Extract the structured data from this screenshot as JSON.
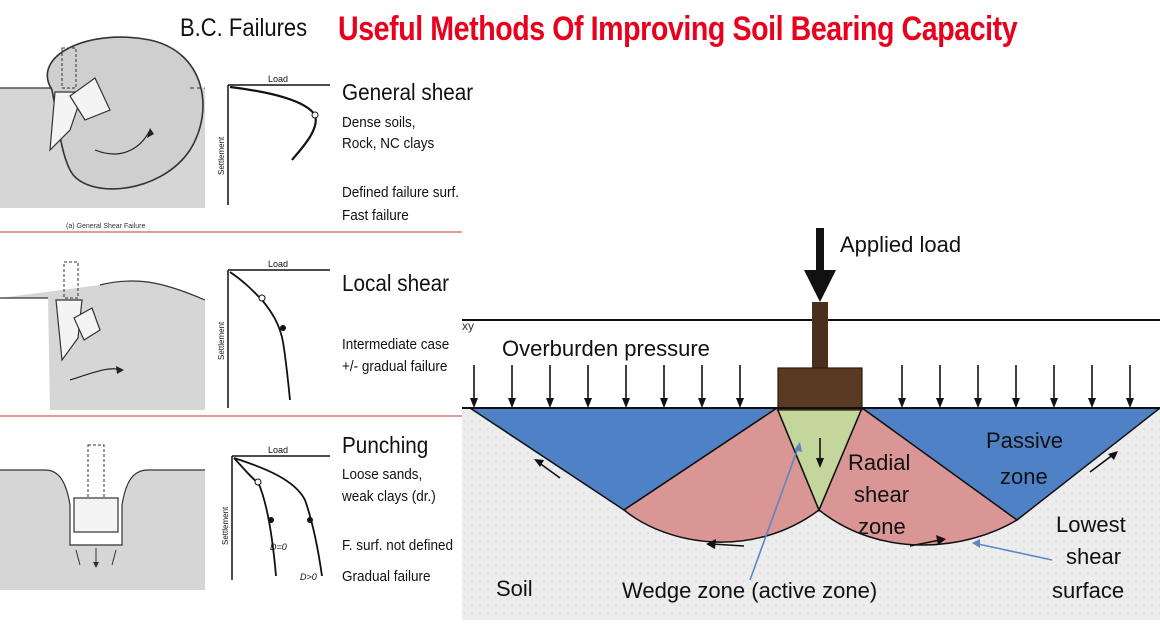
{
  "header": {
    "title": "Useful Methods Of Improving Soil Bearing Capacity",
    "left_title": "B.C. Failures"
  },
  "cases": [
    {
      "heading": "General shear",
      "lines": [
        "Dense soils,",
        "Rock, NC clays"
      ],
      "notes": [
        "Defined failure surf.",
        "Fast failure"
      ],
      "chart_load": "Load",
      "chart_settlement": "Settlement",
      "caption": "(a) General Shear Failure"
    },
    {
      "heading": "Local shear",
      "lines": [
        "Intermediate case",
        "+/- gradual failure"
      ],
      "chart_load": "Load",
      "chart_settlement": "Settlement"
    },
    {
      "heading": "Punching",
      "lines": [
        "Loose sands,",
        "weak clays (dr.)"
      ],
      "notes": [
        "F. surf. not defined",
        "Gradual failure"
      ],
      "chart_load": "Load",
      "chart_settlement": "Settlement",
      "curve_labels": [
        "D=0",
        "D>0"
      ]
    }
  ],
  "diagram": {
    "applied_load": "Applied load",
    "overburden": "Overburden pressure",
    "passive": [
      "Passive",
      "zone"
    ],
    "radial": [
      "Radial",
      "shear",
      "zone"
    ],
    "lowest": [
      "Lowest",
      "shear",
      "surface"
    ],
    "wedge": "Wedge zone (active zone)",
    "soil": "Soil",
    "colors": {
      "passive": "#4f81c7",
      "radial": "#d99694",
      "wedge": "#c3d69b",
      "footing": "#5a3a22",
      "soil": "#ececec"
    }
  }
}
